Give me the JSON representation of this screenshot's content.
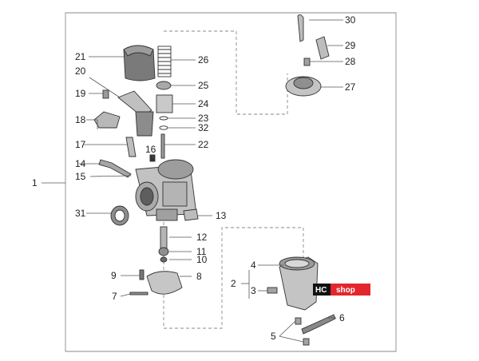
{
  "callouts": {
    "c1": "1",
    "c2": "2",
    "c3": "3",
    "c4": "4",
    "c5": "5",
    "c6": "6",
    "c7": "7",
    "c8": "8",
    "c9": "9",
    "c10": "10",
    "c11": "11",
    "c12": "12",
    "c13": "13",
    "c14": "14",
    "c15": "15",
    "c16": "16",
    "c17": "17",
    "c18": "18",
    "c19": "19",
    "c20": "20",
    "c21": "21",
    "c22": "22",
    "c23": "23",
    "c24": "24",
    "c25": "25",
    "c26": "26",
    "c27": "27",
    "c28": "28",
    "c29": "29",
    "c30": "30",
    "c31": "31",
    "c32": "32"
  },
  "watermark": {
    "part1": "HC",
    "part2": "shop"
  },
  "colors": {
    "part_fill": "#bdbdbd",
    "part_dark": "#6e6e6e",
    "badge_black": "#111111",
    "badge_red": "#e3262d"
  }
}
